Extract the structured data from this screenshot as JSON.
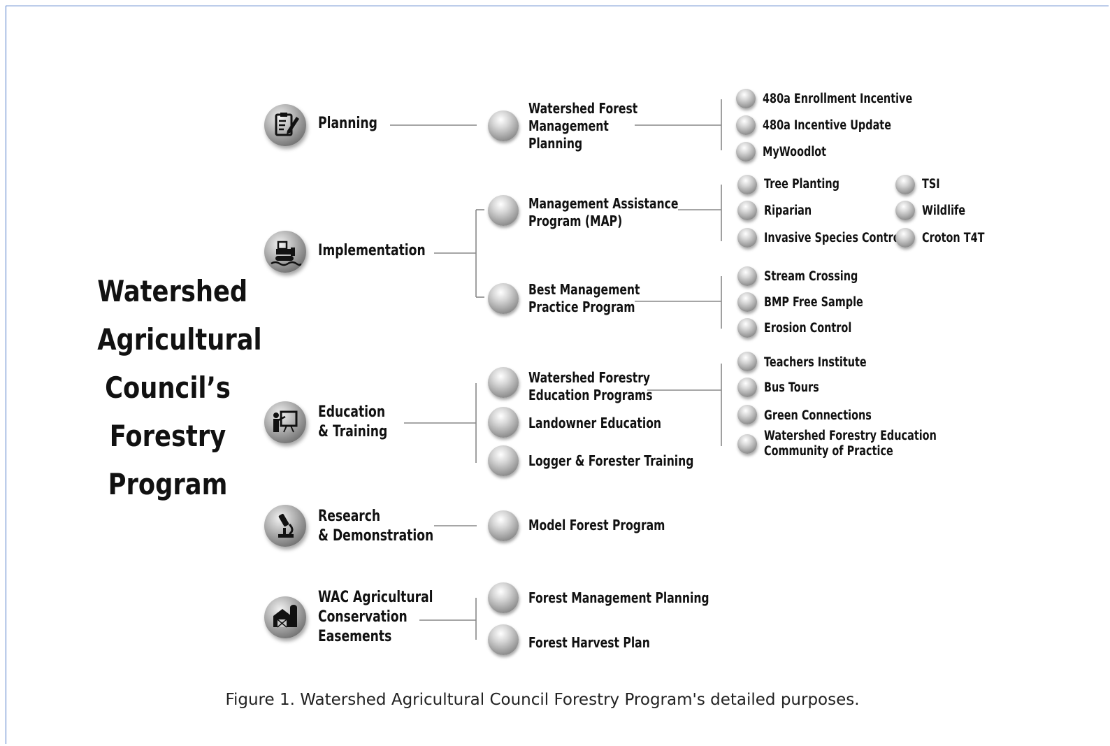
{
  "title_lines": [
    "Watershed",
    "Agricultural",
    "Council’s",
    "Forestry",
    "Program"
  ],
  "caption": "Figure 1. Watershed Agricultural Council Forestry Program's detailed purposes.",
  "colors": {
    "frame": "#4a76c7",
    "line": "#888888",
    "text": "#111111"
  },
  "categories": [
    {
      "lines": [
        "Planning"
      ],
      "icon": "clipboard-pencil-icon"
    },
    {
      "lines": [
        "Implementation"
      ],
      "icon": "bulldozer-icon"
    },
    {
      "lines": [
        "Education",
        "& Training"
      ],
      "icon": "teacher-board-icon"
    },
    {
      "lines": [
        "Research",
        "& Demonstration"
      ],
      "icon": "microscope-icon"
    },
    {
      "lines": [
        "WAC Agricultural",
        "Conservation",
        "Easements"
      ],
      "icon": "barn-silo-icon"
    }
  ],
  "programs": [
    {
      "lines": [
        "Watershed Forest",
        "Management",
        "Planning"
      ]
    },
    {
      "lines": [
        "Management Assistance",
        "Program (MAP)"
      ]
    },
    {
      "lines": [
        "Best Management",
        "Practice Program"
      ]
    },
    {
      "lines": [
        "Watershed Forestry",
        "Education Programs"
      ]
    },
    {
      "lines": [
        "Landowner Education"
      ]
    },
    {
      "lines": [
        "Logger & Forester Training"
      ]
    },
    {
      "lines": [
        "Model Forest Program"
      ]
    },
    {
      "lines": [
        "Forest Management Planning"
      ]
    },
    {
      "lines": [
        "Forest Harvest Plan"
      ]
    }
  ],
  "items": [
    {
      "lines": [
        "480a Enrollment Incentive"
      ]
    },
    {
      "lines": [
        "480a Incentive Update"
      ]
    },
    {
      "lines": [
        "MyWoodlot"
      ]
    },
    {
      "lines": [
        "Tree Planting"
      ]
    },
    {
      "lines": [
        "Riparian"
      ]
    },
    {
      "lines": [
        "Invasive Species Control"
      ]
    },
    {
      "lines": [
        "TSI"
      ]
    },
    {
      "lines": [
        "Wildlife"
      ]
    },
    {
      "lines": [
        "Croton T4T"
      ]
    },
    {
      "lines": [
        "Stream Crossing"
      ]
    },
    {
      "lines": [
        "BMP Free Sample"
      ]
    },
    {
      "lines": [
        "Erosion Control"
      ]
    },
    {
      "lines": [
        "Teachers Institute"
      ]
    },
    {
      "lines": [
        "Bus Tours"
      ]
    },
    {
      "lines": [
        "Green Connections"
      ]
    },
    {
      "lines": [
        "Watershed Forestry Education",
        "Community of Practice"
      ]
    }
  ]
}
